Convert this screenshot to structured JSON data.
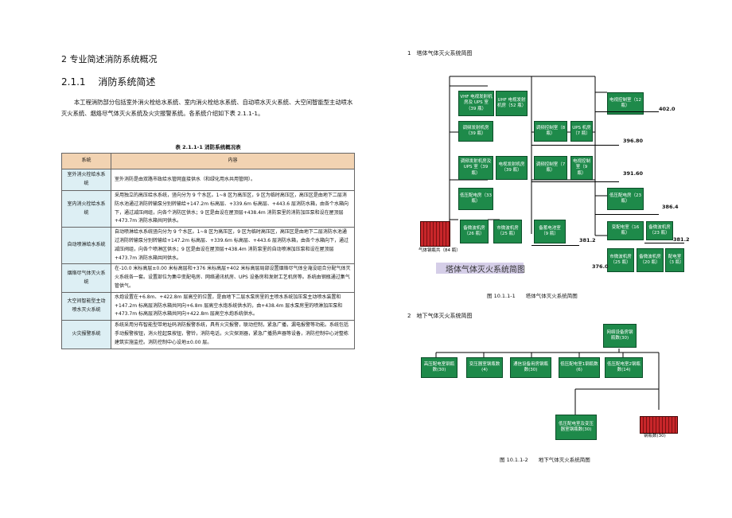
{
  "left": {
    "section_title": "2 专业简述消防系统概况",
    "subsection_title": "2.1.1　 消防系统简述",
    "intro": "本工程消防部分包括室外消火栓给水系统、室内消火栓给水系统、自动喷水灭火系统、大空间智能型主动喷水灭火系统、烟烙尽气体灭火系统及火灾报警系统。各系统介绍如下表 2.1.1-1。",
    "table_caption": "表 2.1.1-1 消防系统概况表",
    "table": {
      "headers": [
        "系统",
        "内容"
      ],
      "rows": [
        {
          "name": "室外消火栓给水系统",
          "content": "室外消防是由双路市政给水管网直接供水（和绿化用水共用管网）。"
        },
        {
          "name": "室内消火栓给水系统",
          "content": "采用独立的高压给水系统，竖向分为 9 个水区。1~8 区为高压区，9 区为临时高压区，高压区是由地下二层消防水池通过消防转输泵分别转输给+147.2m 标高层、+339.6m 标高层、+443.6 层消防水箱，由各个水箱向下，通过减压阀组，向各个消防区供水；9 区是由设在屋顶层+438.4m 消防泵里的消防加压泵和设在屋顶层+473.7m 消防水箱共同供水。"
        },
        {
          "name": "自动喷淋给水系统",
          "content": "自动喷淋给水系统竖向分为 9 个水区。1~8 区为高压区，9 区为临时高压区，高压区是由地下二层消防水池通过消防转输泵分别转输给+147.2m 标高层、+339.6m 标高层、+443.6 层消防水箱，由各个水箱向下，通过减压阀组，向各个喷淋区供水；9 区是由设在屋顶层+438.4m 消防泵里的自动喷淋加压泵和设在屋顶层+473.7m 消防水箱共同供水。"
        },
        {
          "name": "烟烙尽气体灭火系统",
          "content": "在-10.0 米标高层±0.00 米标高层和+376 米标高层+402 米标高层局部设置烟烙尽气体全淹没组合分配气体灭火系统各一套。设置部位为集中变配电房、网络通讯机房、UPS 设备房和发射工艺机房等。系统由钢瓶通过集气管供气。"
        },
        {
          "name": "大空间智能型主动喷水灭火系统",
          "content": "水炮设置在+6.8m、+422.8m 层高空的位置，是由地下二层水泵房里的主喷水系统加压泵主动喷水装置和+147.2m 标高层消防水箱共同向+6.8m 层高空水炮系统供水的，由+438.4m 层水泵房里的喷淋加压泵和+473.7m 标高层消防水箱共同向+422.8m 层高空水炮系统供水。"
        },
        {
          "name": "火灾报警系统",
          "content": "系统采用分布智能型带地址码消防报警系统，具有火灾报警，联动控制，紧急广播，漏电报警等功能。系统包括手动报警按钮，消火栓起泵按钮，警铃，消防电话，火灾探测器，紧急广播扬声器等设备，消防控制中心对整栋建筑实施监控。消防控制中心设地±0.00 层。"
        }
      ]
    }
  },
  "right": {
    "sub1_title": "1　塔体气体灭火系统简图",
    "sub2_title": "2　地下气体灭火系统简图",
    "fig1_caption": "图 10.1.1-1　　塔体气体灭火系统简图",
    "fig2_caption": "图 10.1.1-2　　地下气体灭火系统简图",
    "fig1_watermark": "塔体气体灭火系统简图",
    "fig1_levels": [
      "402.0",
      "396.80",
      "391.60",
      "386.4",
      "381.2",
      "381.2",
      "376.0"
    ],
    "fig1_boxes": [
      "VHF 电视发射机房及 UPS 室（39 瓶）",
      "UHF 电视发射机房（52 瓶）",
      "电视控制室（12 瓶）",
      "调频发射机房（39 瓶）",
      "调频控制室（8 瓶）",
      "UPS 机房（7 瓶）",
      "调频发射机房及 UPS 室（39 瓶）",
      "电视发射机房（39 瓶）",
      "调频控制室（7 瓶）",
      "电视控制室（9 瓶）",
      "低压配电房（33 瓶）",
      "低压配电房（23 瓶）",
      "备微波机房（26 瓶）",
      "市微波机房（25 瓶）",
      "备蓄电池室（9 瓶）",
      "变配电室（16 瓶）",
      "备微波机房（23 瓶）",
      "市微波机房（25 瓶）",
      "备微波机房（20 瓶）",
      "配电室（3 瓶）"
    ],
    "fig1_cylinder_label": "气体钢瓶共（84 瓶）",
    "fig2_boxes": [
      "网络设备房钢瓶数(30)",
      "高压配电室钢瓶数(30)",
      "变压器室钢瓶数(4)",
      "通信设备用房钢瓶数(30)",
      "低压配电室1钢瓶数(6)",
      "低压配电室2钢瓶数(14)",
      "低压配电室及变压器室钢瓶数(30)"
    ],
    "fig2_cylinder_label": "钢瓶数(30)",
    "colors": {
      "box": "#1e8a4a",
      "cylinder": "#c8262a",
      "header": "#f2d3b2",
      "name_cell": "#ddeff4"
    }
  }
}
